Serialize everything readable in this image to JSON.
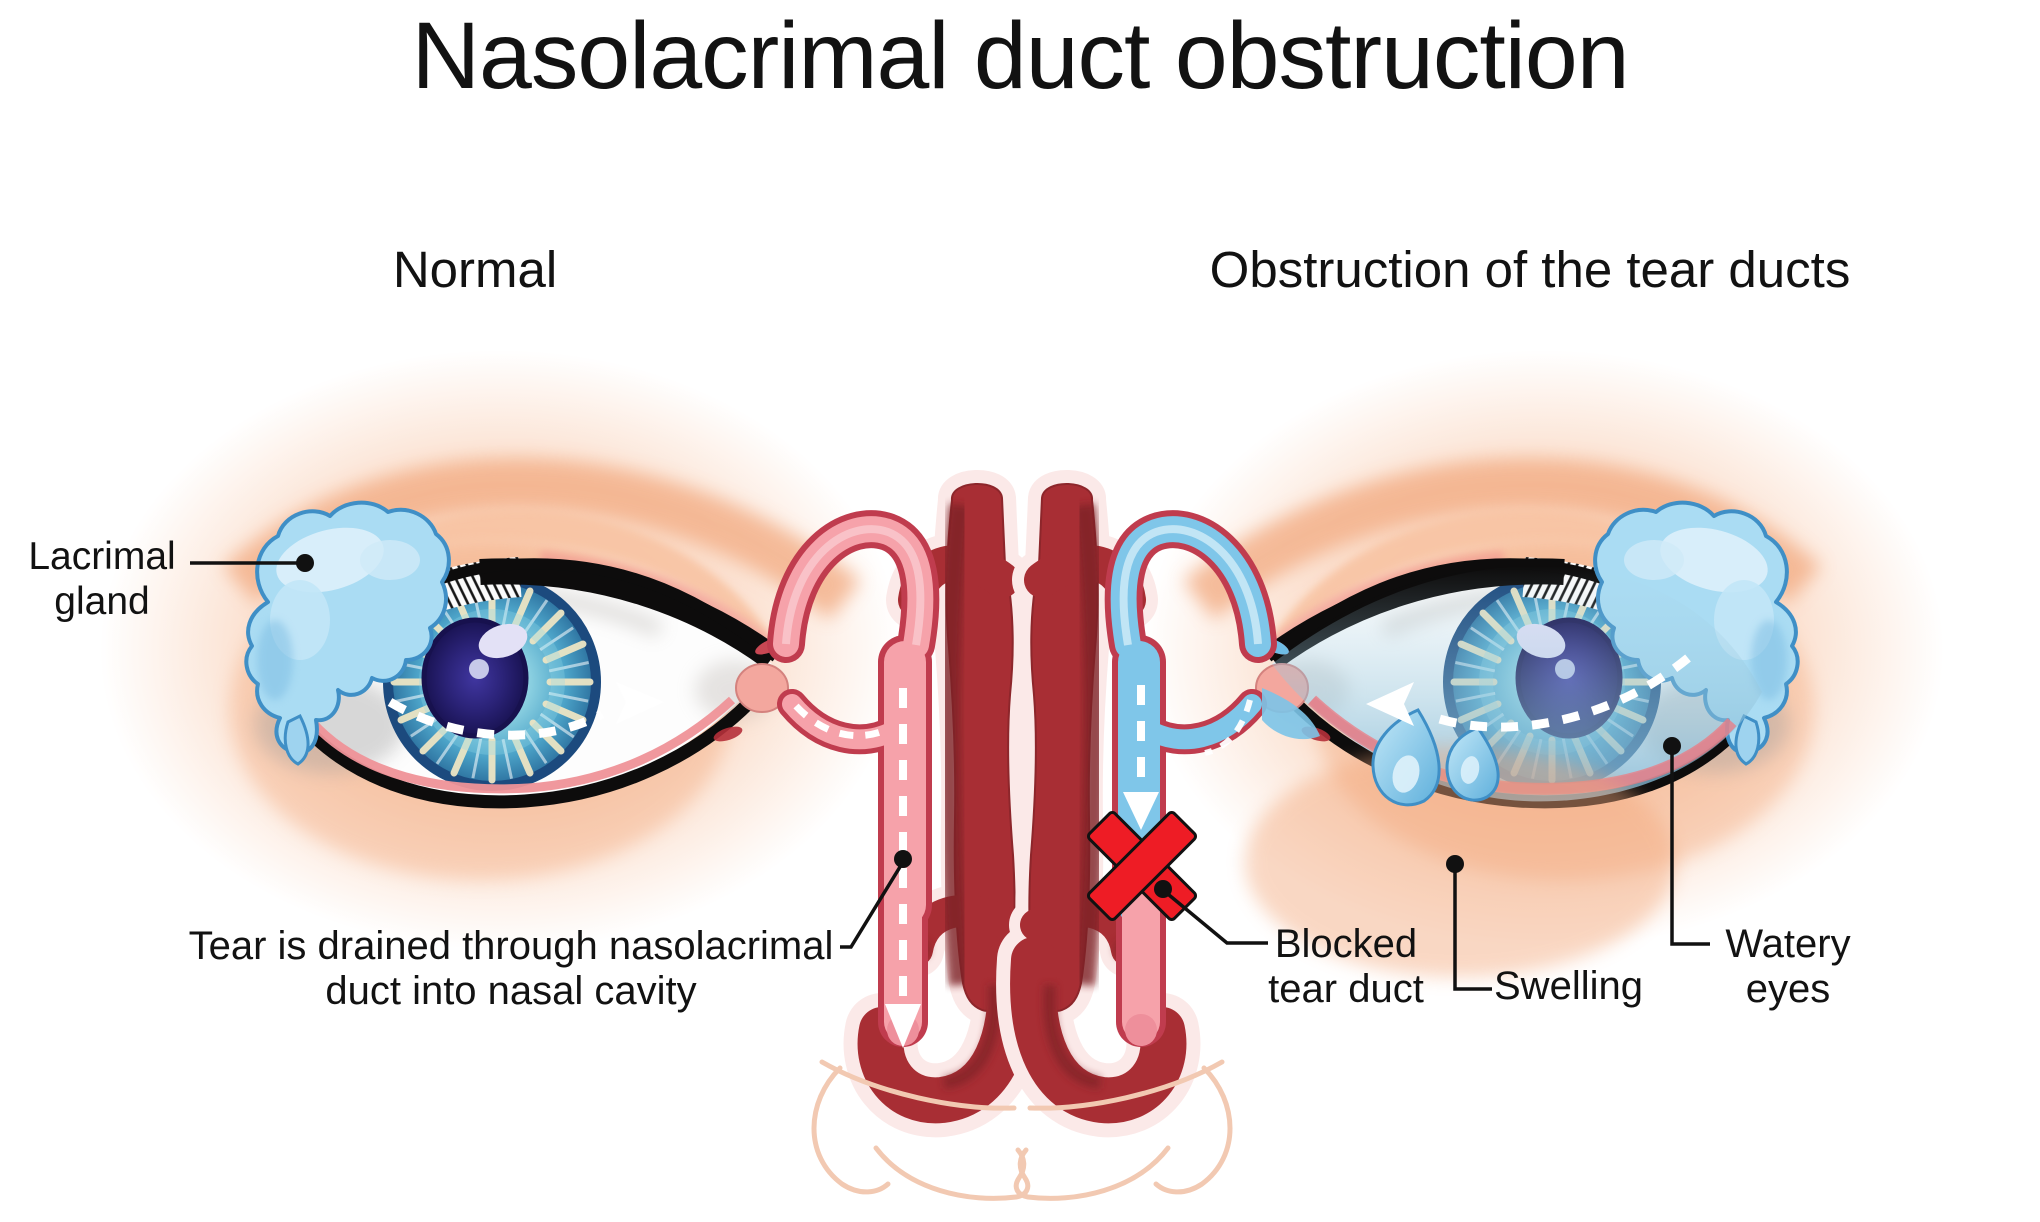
{
  "labels": {
    "title": "Nasolacrimal duct obstruction",
    "normal": "Normal",
    "obstruction": "Obstruction of the tear ducts"
  },
  "annotations": {
    "lacrimal_gland": {
      "lines": [
        "Lacrimal",
        "gland"
      ]
    },
    "drain": {
      "lines": [
        "Tear is drained through nasolacrimal",
        "duct into nasal cavity"
      ]
    },
    "blocked": {
      "lines": [
        "Blocked",
        "tear duct"
      ]
    },
    "swelling": {
      "label": "Swelling"
    },
    "watery": {
      "lines": [
        "Watery",
        "eyes"
      ]
    }
  },
  "icons": {
    "blockage": "red-x-icon",
    "flow": "white-dashed-arrow-icon",
    "leader": "black-dot-leader"
  },
  "colors": {
    "text": "#121212",
    "skin_glow": "#f6b78f",
    "skin_deep": "#f3a87c",
    "iris_blue": "#4ca3c8",
    "iris_ring": "#1c4a7e",
    "pupil_navy": "#2b2378",
    "gland_blue": "#aadcf3",
    "gland_outline": "#3f8fc6",
    "tear_blue": "#7fc6e9",
    "duct_pink": "#f6a2aa",
    "duct_outline": "#c03c4e",
    "nasal_maroon": "#a82e34",
    "nasal_dark": "#7d2026",
    "nasal_pale": "#fbe9e8",
    "blockage_red": "#ee1c25",
    "waterline_pink": "#ef9298"
  }
}
